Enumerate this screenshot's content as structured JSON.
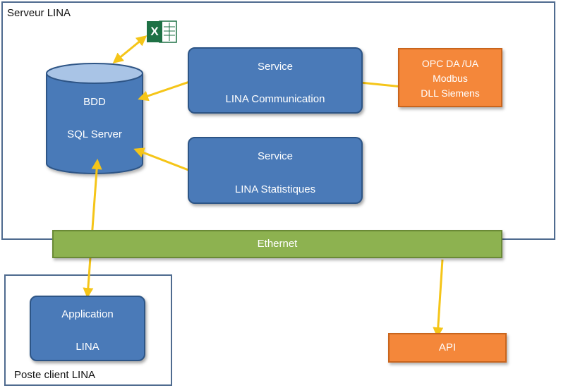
{
  "server_frame": {
    "label": "Serveur LINA"
  },
  "client_frame": {
    "label": "Poste client LINA"
  },
  "database": {
    "line1": "BDD",
    "line2": "SQL Server"
  },
  "service_communication": {
    "line1": "Service",
    "line2": "LINA Communication"
  },
  "service_statistiques": {
    "line1": "Service",
    "line2": "LINA Statistiques"
  },
  "protocols": {
    "line1": "OPC DA /UA",
    "line2": "Modbus",
    "line3": "DLL Siemens"
  },
  "ethernet": {
    "label": "Ethernet"
  },
  "application": {
    "line1": "Application",
    "line2": "LINA"
  },
  "api": {
    "label": "API"
  },
  "excel_icon": {
    "icon": "excel-icon",
    "letter": "X"
  },
  "colors": {
    "box_blue": "#4a7ab8",
    "box_orange": "#f4873a",
    "ethernet_green": "#8db250",
    "connector_yellow": "#f5c518",
    "excel_green": "#1e7145"
  }
}
